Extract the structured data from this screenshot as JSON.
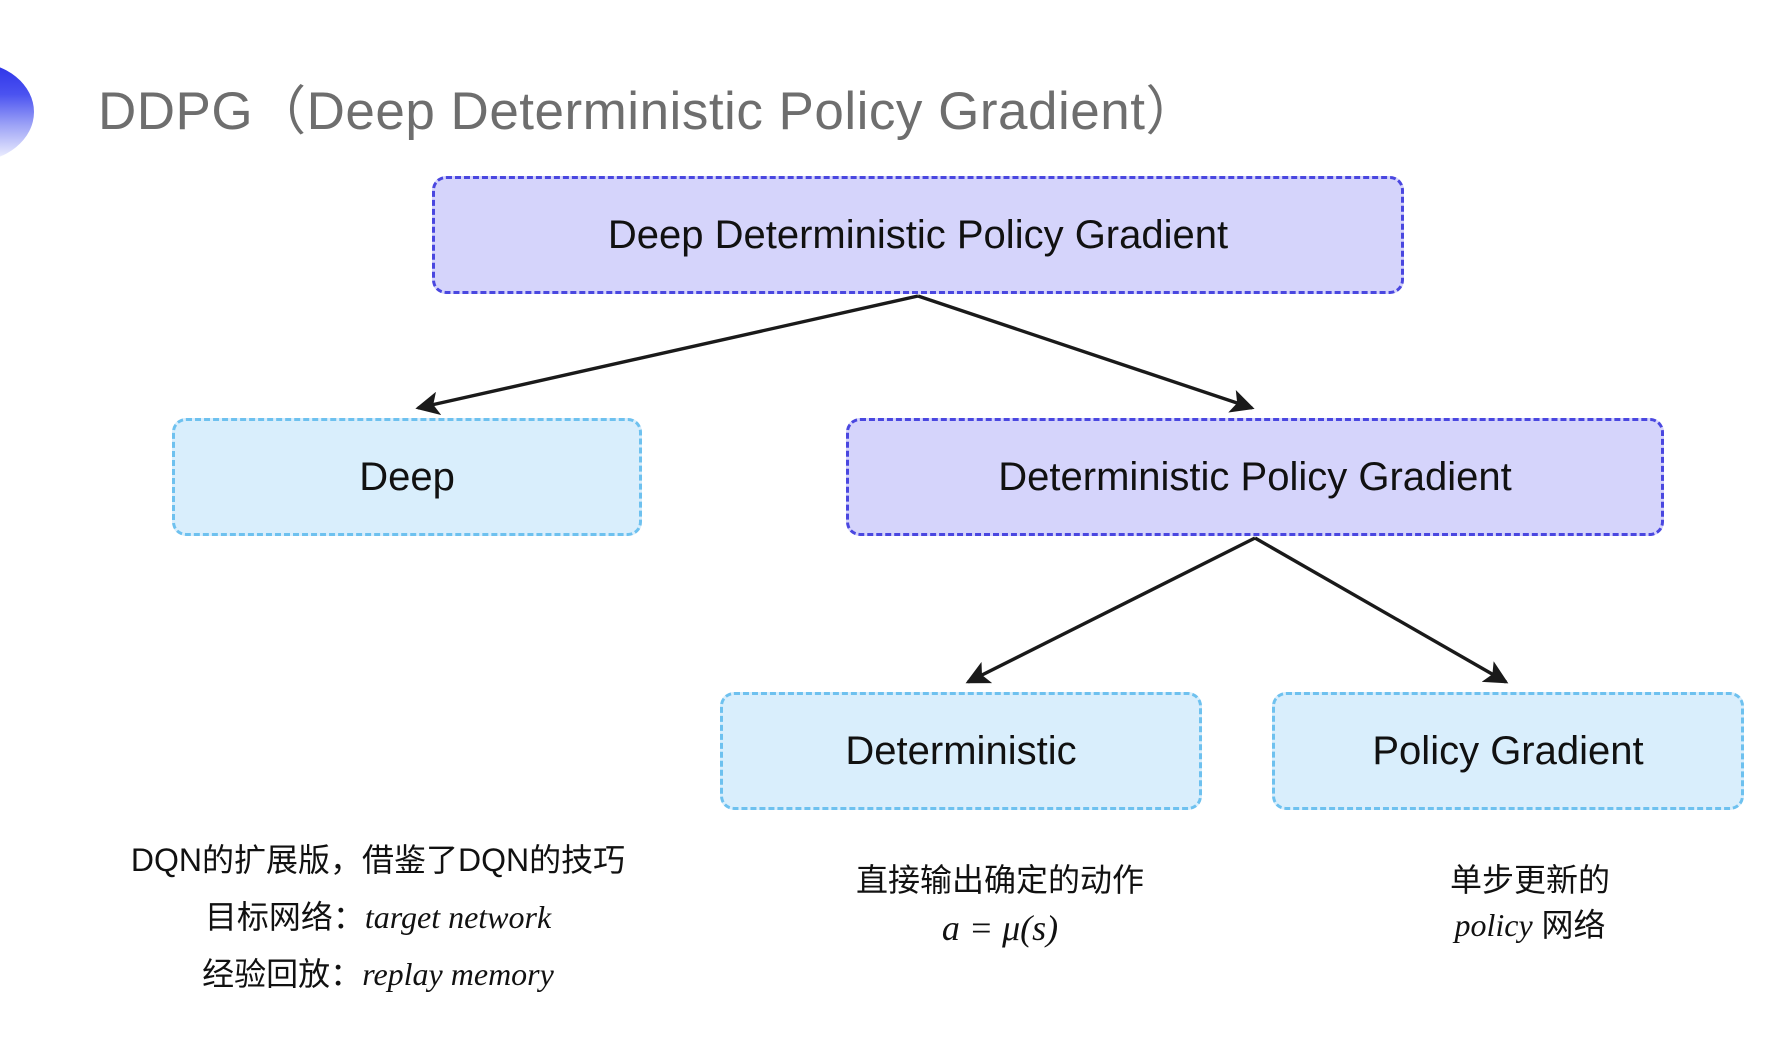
{
  "slide": {
    "title": "DDPG（Deep Deterministic Policy Gradient）",
    "background_color": "#ffffff",
    "title_color": "#6e6e6e",
    "accent_color": "#2b31e8"
  },
  "colors": {
    "purple_fill": "#d5d4fb",
    "purple_border": "#4a47e0",
    "cyan_fill": "#d9eefc",
    "cyan_border": "#6ec1ef",
    "arrow": "#1a1a1a",
    "text": "#111111"
  },
  "diagram": {
    "nodes": [
      {
        "id": "root",
        "label": "Deep Deterministic Policy Gradient",
        "style": "purple"
      },
      {
        "id": "deep",
        "label": "Deep",
        "style": "cyan"
      },
      {
        "id": "dpg",
        "label": "Deterministic Policy Gradient",
        "style": "purple"
      },
      {
        "id": "deterministic",
        "label": "Deterministic",
        "style": "cyan"
      },
      {
        "id": "policy_gradient",
        "label": "Policy Gradient",
        "style": "cyan"
      }
    ],
    "edges": [
      {
        "from": "root",
        "to": "deep"
      },
      {
        "from": "root",
        "to": "dpg"
      },
      {
        "from": "dpg",
        "to": "deterministic"
      },
      {
        "from": "dpg",
        "to": "policy_gradient"
      }
    ]
  },
  "captions": {
    "left": {
      "lines": [
        {
          "text": "DQN的扩展版，借鉴了DQN的技巧",
          "style": "normal"
        },
        {
          "prefix": "目标网络：",
          "emphasis": "target network",
          "style": "mixed"
        },
        {
          "prefix": "经验回放：",
          "emphasis": "replay memory",
          "style": "mixed"
        }
      ]
    },
    "middle": {
      "lines": [
        {
          "text": "直接输出确定的动作",
          "style": "normal"
        },
        {
          "text": "a = μ(s)",
          "style": "math"
        }
      ]
    },
    "right": {
      "lines": [
        {
          "text": "单步更新的",
          "style": "normal"
        },
        {
          "prefix": "",
          "emphasis": "policy",
          "suffix": " 网络",
          "style": "mixed"
        }
      ]
    }
  }
}
